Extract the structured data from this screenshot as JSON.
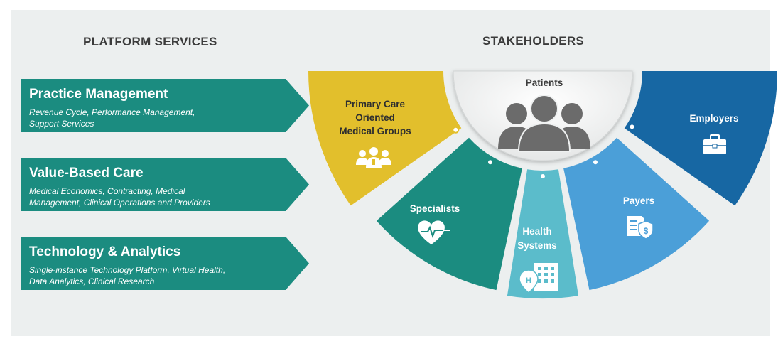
{
  "platform": {
    "heading": "PLATFORM SERVICES",
    "items": [
      {
        "title": "Practice Management",
        "lines": [
          "Revenue Cycle, Performance Management,",
          "Support Services"
        ]
      },
      {
        "title": "Value-Based Care",
        "lines": [
          "Medical Economics, Contracting, Medical",
          "Management, Clinical Operations and Providers"
        ]
      },
      {
        "title": "Technology & Analytics",
        "lines": [
          "Single-instance Technology Platform, Virtual Health,",
          "Data Analytics, Clinical Research"
        ]
      }
    ]
  },
  "stakeholders": {
    "heading": "STAKEHOLDERS",
    "center": {
      "label": "Patients",
      "icon": "people-group-icon"
    },
    "segments": [
      {
        "lines": [
          "Primary Care",
          "Oriented",
          "Medical Groups"
        ],
        "icon": "physicians-icon",
        "color": "#e2bf2c",
        "text_color": "#2f2f2f"
      },
      {
        "lines": [
          "Specialists"
        ],
        "icon": "heart-pulse-icon",
        "color": "#1b8c80",
        "text_color": "#ffffff"
      },
      {
        "lines": [
          "Health",
          "Systems"
        ],
        "icon": "hospital-icon",
        "color": "#5bbccb",
        "text_color": "#ffffff"
      },
      {
        "lines": [
          "Payers"
        ],
        "icon": "payment-document-icon",
        "color": "#4b9fd8",
        "text_color": "#ffffff"
      },
      {
        "lines": [
          "Employers"
        ],
        "icon": "briefcase-icon",
        "color": "#1767a3",
        "text_color": "#ffffff"
      }
    ]
  },
  "colors": {
    "background": "#ecefef",
    "arrow": "#1b8c80",
    "heading": "#3b3b3b"
  }
}
